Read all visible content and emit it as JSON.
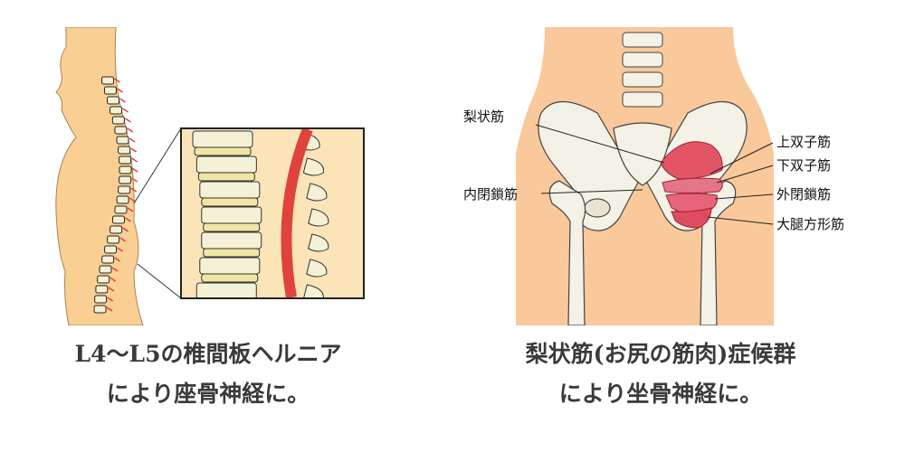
{
  "left": {
    "caption_line1": "L4〜L5の椎間板ヘルニア",
    "caption_line2": "により座骨神経に。"
  },
  "right": {
    "caption_line1": "梨状筋(お尻の筋肉)症候群",
    "caption_line2": "により坐骨神経に。",
    "labels": {
      "piriformis": "梨状筋",
      "obturator_internus": "内閉鎖筋",
      "superior_gemellus": "上双子筋",
      "inferior_gemellus": "下双子筋",
      "obturator_externus": "外閉鎖筋",
      "quadratus_femoris": "大腿方形筋"
    }
  },
  "colors": {
    "skin": "#f9cf93",
    "skin_light": "#fbe7b8",
    "bone": "#f4f1d6",
    "disc": "#f0e6a4",
    "nerve": "#e0433b",
    "muscle": "#e35566",
    "outline": "#333333"
  }
}
